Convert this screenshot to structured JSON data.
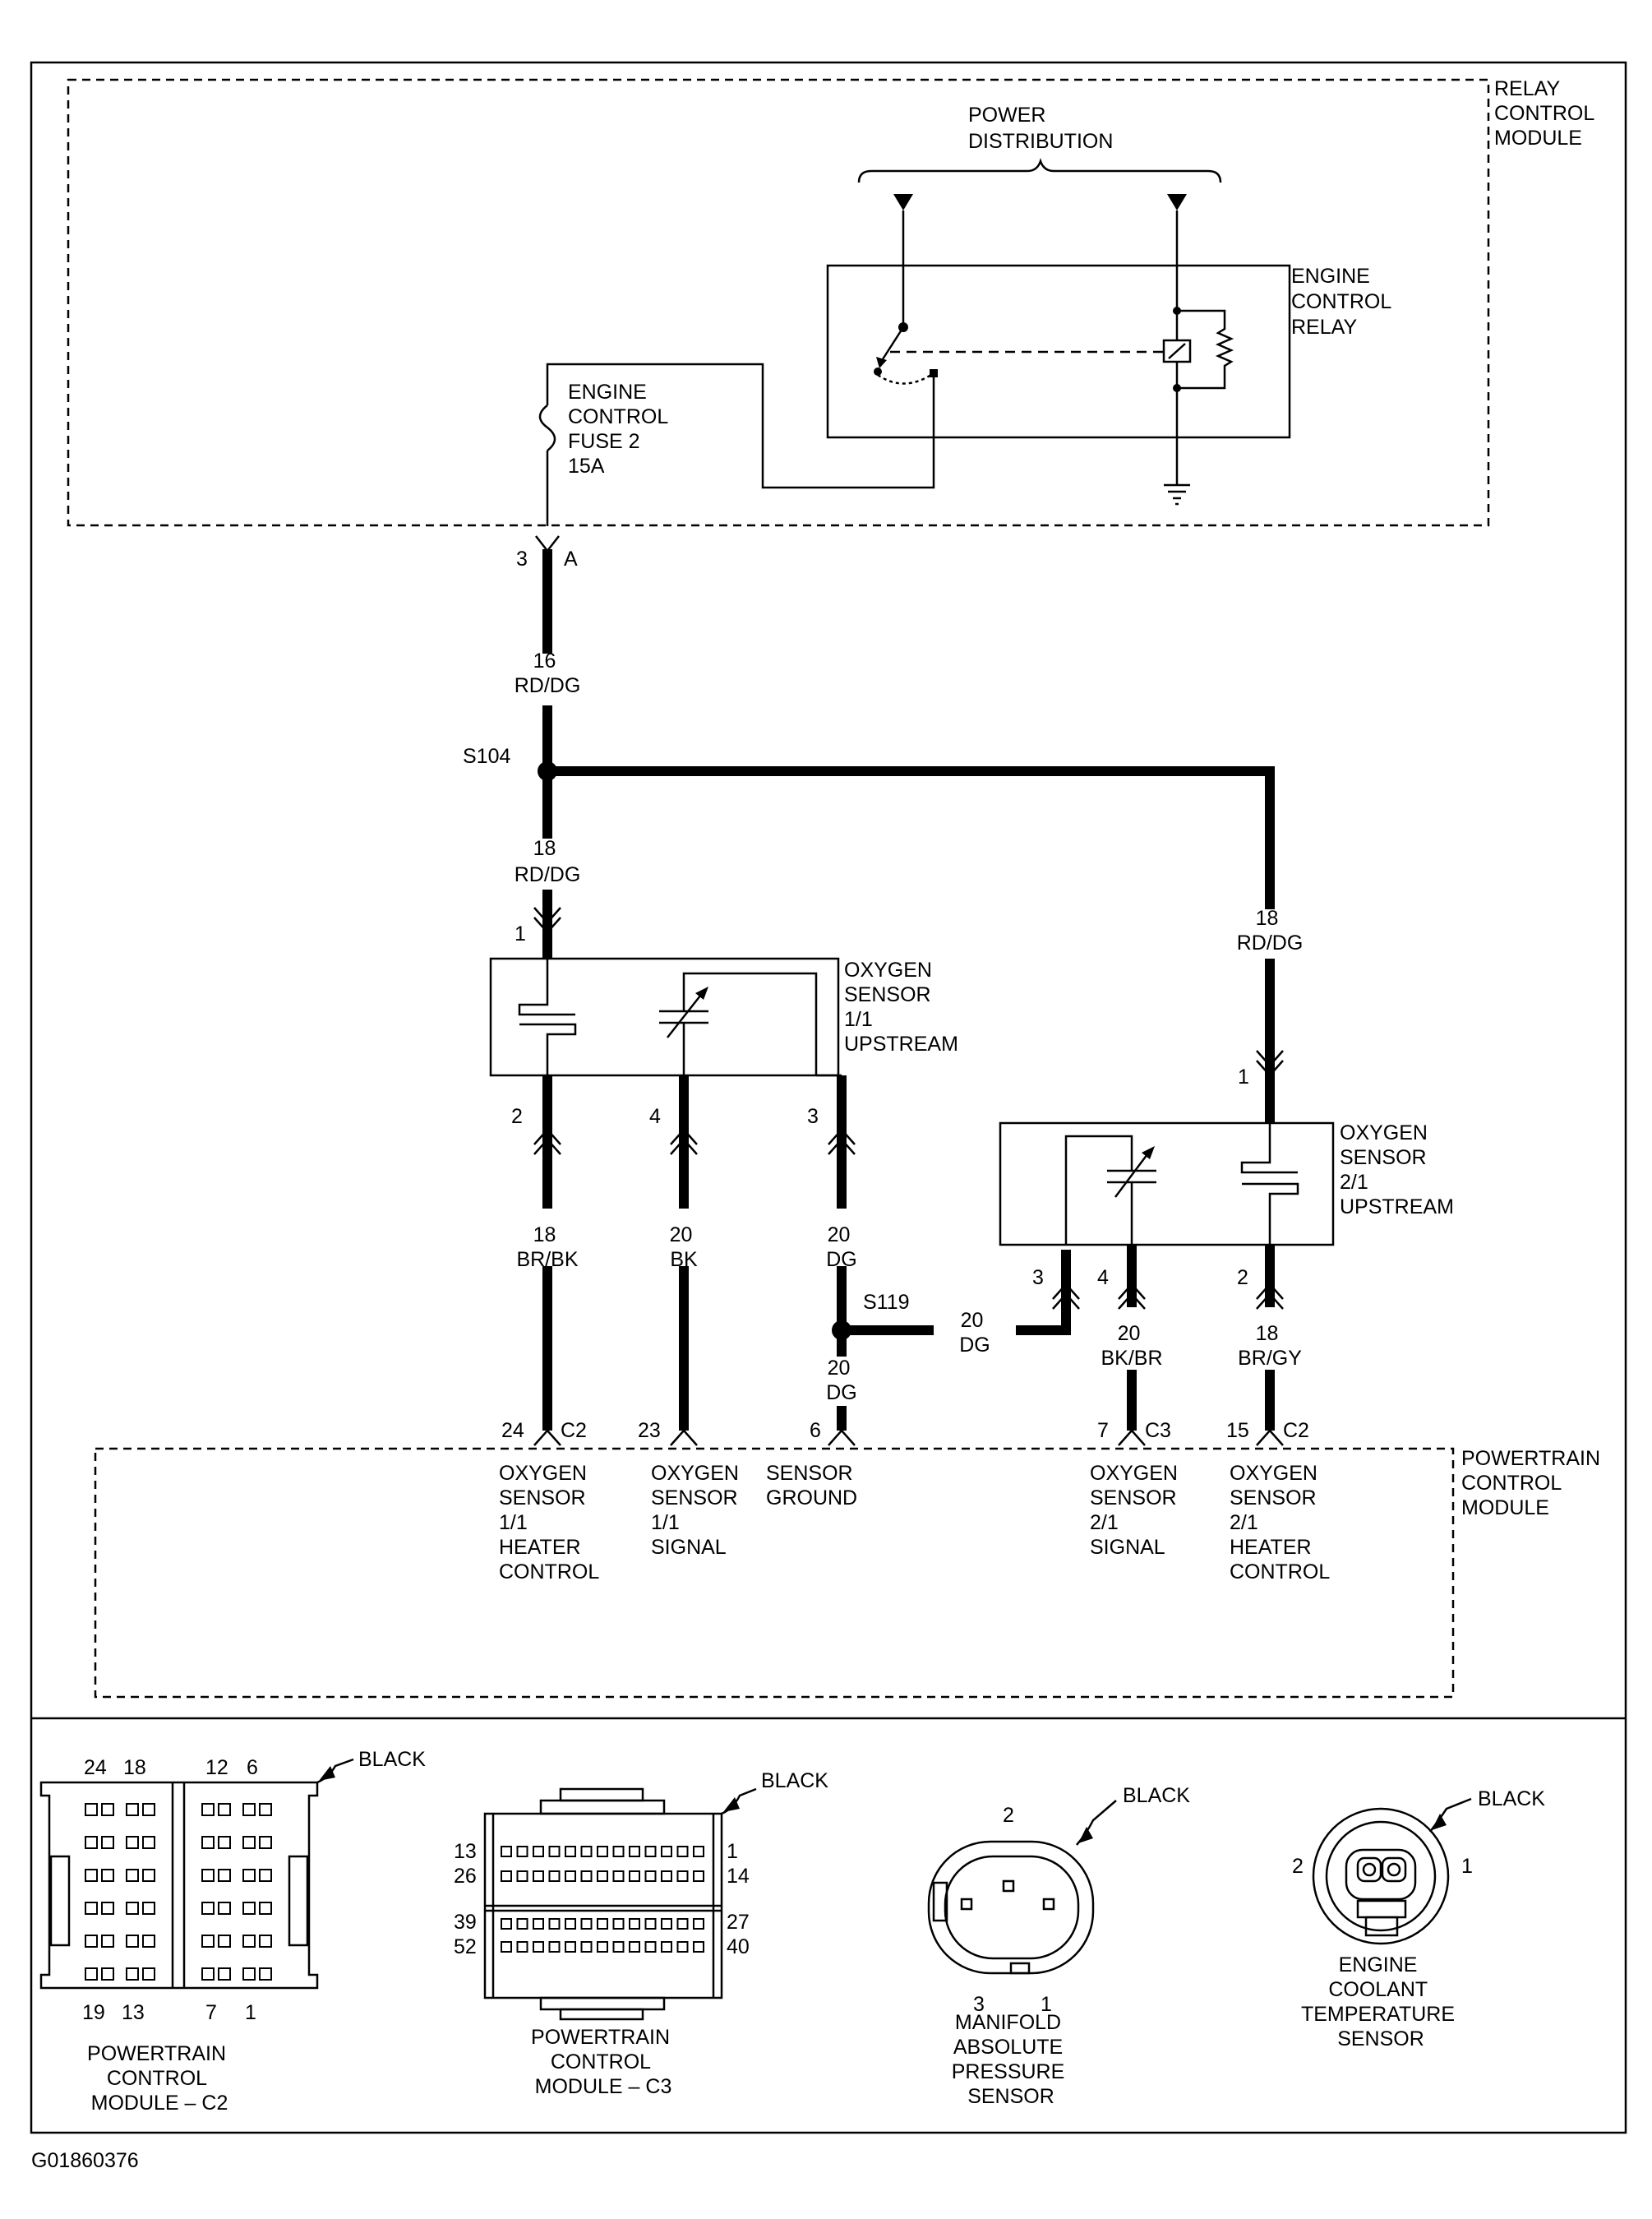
{
  "modules": {
    "relay_control_module": [
      "RELAY",
      "CONTROL",
      "MODULE"
    ],
    "powertrain_control_module": [
      "POWERTRAIN",
      "CONTROL",
      "MODULE"
    ]
  },
  "power_distribution": [
    "POWER",
    "DISTRIBUTION"
  ],
  "engine_control_relay": [
    "ENGINE",
    "CONTROL",
    "RELAY"
  ],
  "engine_control_fuse": [
    "ENGINE",
    "CONTROL",
    "FUSE 2",
    "15A"
  ],
  "connector_top": {
    "pin": "3",
    "cavity": "A"
  },
  "wires": {
    "main_feed": {
      "gauge": "16",
      "color": "RD/DG"
    },
    "feed_o2_11": {
      "gauge": "18",
      "color": "RD/DG"
    },
    "feed_o2_21": {
      "gauge": "18",
      "color": "RD/DG"
    },
    "o2_11_heater": {
      "gauge": "18",
      "color": "BR/BK"
    },
    "o2_11_signal": {
      "gauge": "20",
      "color": "BK"
    },
    "o2_11_ground": {
      "gauge": "20",
      "color": "DG"
    },
    "s119_to_o2_21": {
      "gauge": "20",
      "color": "DG"
    },
    "s119_to_pcm": {
      "gauge": "20",
      "color": "DG"
    },
    "o2_21_signal": {
      "gauge": "20",
      "color": "BK/BR"
    },
    "o2_21_heater": {
      "gauge": "18",
      "color": "BR/GY"
    }
  },
  "splices": {
    "s104": "S104",
    "s119": "S119"
  },
  "oxygen_sensor_11": {
    "name": [
      "OXYGEN",
      "SENSOR",
      "1/1",
      "UPSTREAM"
    ],
    "pins": {
      "feed": "1",
      "heater": "2",
      "signal": "4",
      "ground": "3"
    }
  },
  "oxygen_sensor_21": {
    "name": [
      "OXYGEN",
      "SENSOR",
      "2/1",
      "UPSTREAM"
    ],
    "pins": {
      "feed": "1",
      "ground": "3",
      "signal": "4",
      "heater": "2"
    }
  },
  "pcm_pins": {
    "p24": {
      "pin": "24",
      "conn": "C2"
    },
    "p23": {
      "pin": "23"
    },
    "p6": {
      "pin": "6"
    },
    "p7": {
      "pin": "7",
      "conn": "C3"
    },
    "p15": {
      "pin": "15",
      "conn": "C2"
    }
  },
  "pcm_functions": {
    "f1": [
      "OXYGEN",
      "SENSOR",
      "1/1",
      "HEATER",
      "CONTROL"
    ],
    "f2": [
      "OXYGEN",
      "SENSOR",
      "1/1",
      "SIGNAL"
    ],
    "f3": [
      "SENSOR",
      "GROUND"
    ],
    "f4": [
      "OXYGEN",
      "SENSOR",
      "2/1",
      "SIGNAL"
    ],
    "f5": [
      "OXYGEN",
      "SENSOR",
      "2/1",
      "HEATER",
      "CONTROL"
    ]
  },
  "connector_views": {
    "pcm_c2": {
      "color": "BLACK",
      "pin_numbers": {
        "top": [
          "24",
          "18",
          "12",
          "6"
        ],
        "bottom": [
          "19",
          "13",
          "7",
          "1"
        ]
      },
      "title": [
        "POWERTRAIN",
        "CONTROL",
        "MODULE – C2"
      ]
    },
    "pcm_c3": {
      "color": "BLACK",
      "pin_numbers": {
        "left": [
          "13",
          "26",
          "39",
          "52"
        ],
        "right": [
          "1",
          "14",
          "27",
          "40"
        ]
      },
      "title": [
        "POWERTRAIN",
        "CONTROL",
        "MODULE – C3"
      ]
    },
    "map_sensor": {
      "color": "BLACK",
      "pin_numbers": {
        "top": "2",
        "bottom_left": "3",
        "bottom_right": "1"
      },
      "title": [
        "MANIFOLD",
        "ABSOLUTE",
        "PRESSURE",
        "SENSOR"
      ]
    },
    "ect_sensor": {
      "color": "BLACK",
      "pin_numbers": {
        "left": "2",
        "right": "1"
      },
      "title": [
        "ENGINE",
        "COOLANT",
        "TEMPERATURE",
        "SENSOR"
      ]
    }
  },
  "figure_id": "G01860376"
}
